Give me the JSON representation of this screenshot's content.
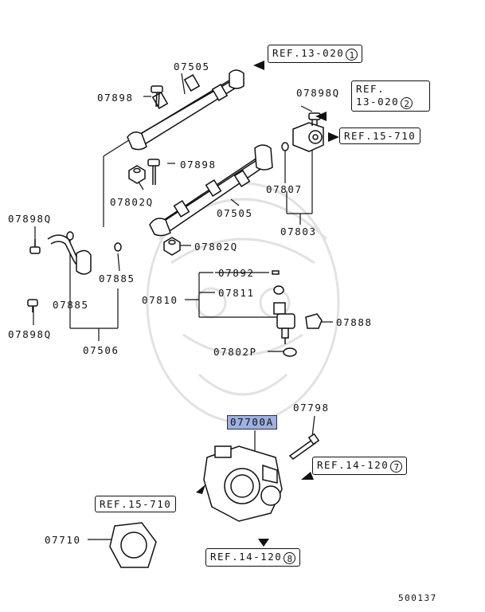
{
  "labels": {
    "p07505_top": "07505",
    "p07898_a": "07898",
    "p07898q_a": "07898Q",
    "p07898_b": "07898",
    "p07802q_a": "07802Q",
    "p07807": "07807",
    "p07505_mid": "07505",
    "p07803": "07803",
    "p07898q_b": "07898Q",
    "p07802q_b": "07802Q",
    "p07885_a": "07885",
    "p07892": "07892",
    "p07811": "07811",
    "p07810": "07810",
    "p07885_b": "07885",
    "p07888": "07888",
    "p07898q_c": "07898Q",
    "p07506": "07506",
    "p07802p": "07802P",
    "p07700a": "07700A",
    "p07798": "07798",
    "p07710": "07710"
  },
  "refs": {
    "r1": {
      "text": "REF.13-020",
      "num": "1"
    },
    "r2": {
      "text1": "REF.",
      "text2": "13-020",
      "num": "2"
    },
    "r3": {
      "text": "REF.15-710"
    },
    "r4": {
      "text": "REF.14-120",
      "num": "7"
    },
    "r5": {
      "text": "REF.15-710"
    },
    "r6": {
      "text": "REF.14-120",
      "num": "8"
    }
  },
  "page_id": "500137",
  "colors": {
    "highlight": "#9db0e0",
    "ink": "#111111"
  }
}
